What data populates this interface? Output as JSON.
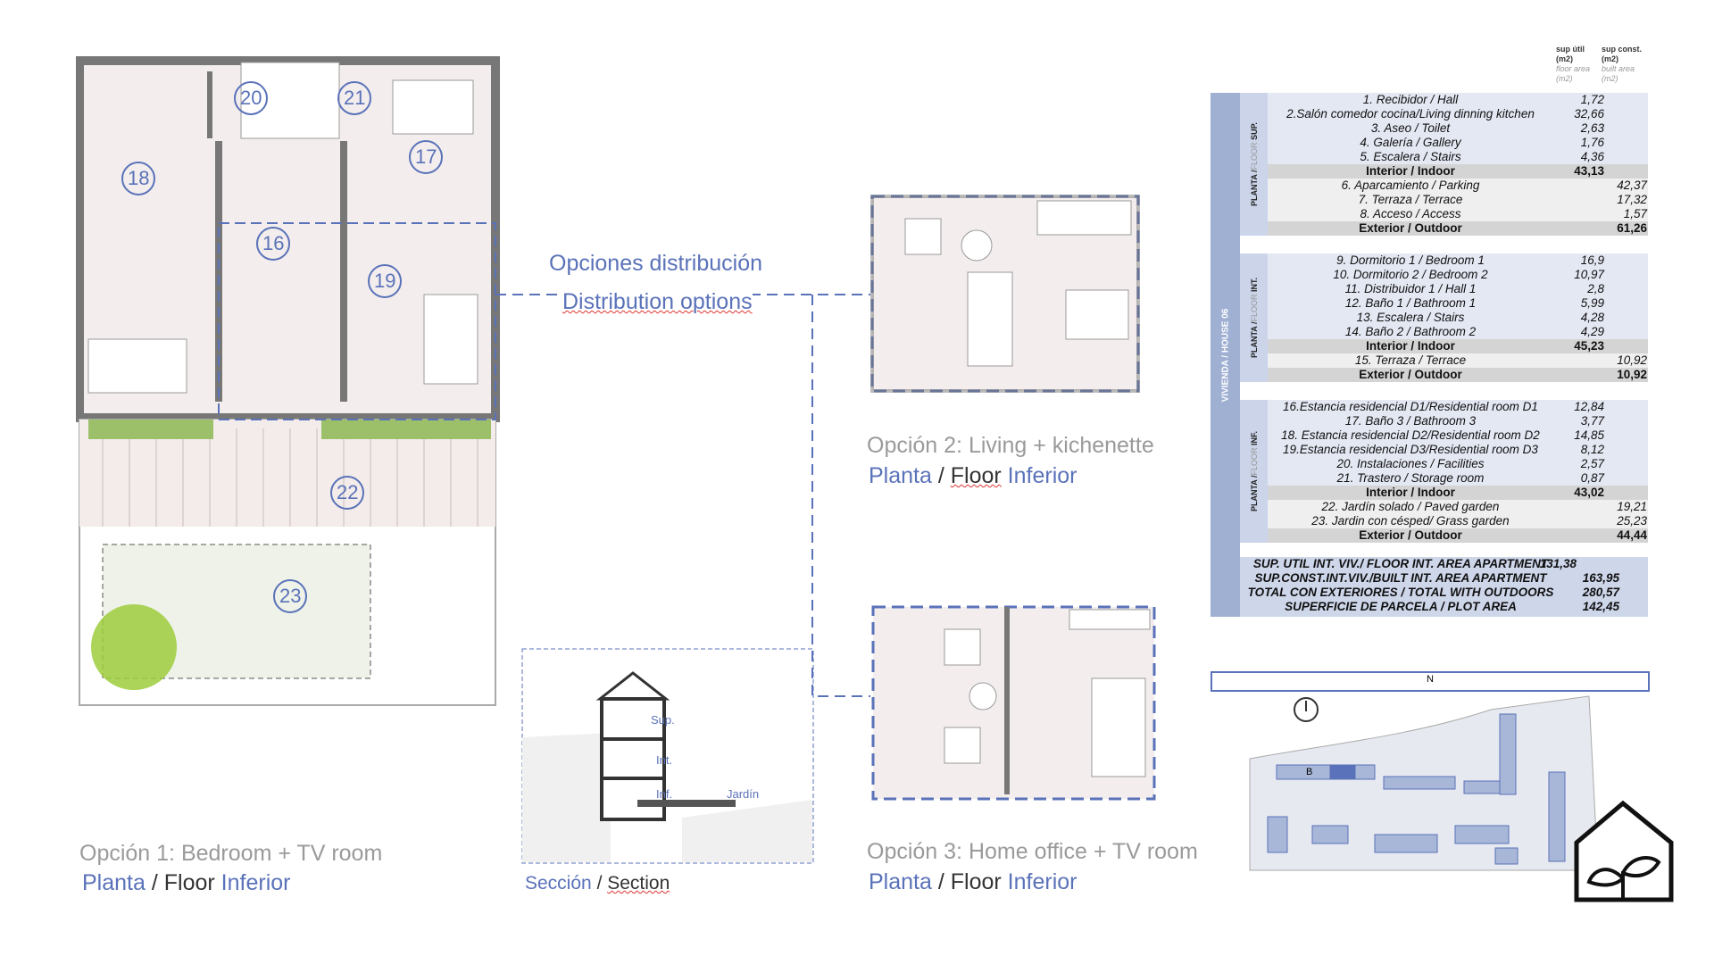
{
  "options_title": {
    "es": "Opciones distribución",
    "en": "Distribution options"
  },
  "option1": {
    "title": "Opción 1: Bedroom + TV room",
    "floor_es": "Planta",
    "sep": "/",
    "floor_en": "Floor",
    "level": "Inferior",
    "rooms": [
      "18",
      "20",
      "21",
      "17",
      "16",
      "19",
      "22",
      "23"
    ]
  },
  "option2": {
    "title": "Opción 2: Living + kichenette",
    "floor_es": "Planta",
    "sep": "/",
    "floor_en": "Floor",
    "level": "Inferior"
  },
  "option3": {
    "title": "Opción 3: Home office + TV room",
    "floor_es": "Planta",
    "sep": "/",
    "floor_en": "Floor",
    "level": "Inferior"
  },
  "section": {
    "label_es": "Sección",
    "sep": "/",
    "label_en": "Section",
    "levels": [
      "Sup.",
      "Int.",
      "Inf."
    ],
    "garden": "Jardín"
  },
  "table": {
    "headers": {
      "useful": "sup útil",
      "useful_unit": "(m2)",
      "useful_en": "floor area",
      "useful_en_unit": "(m2)",
      "built": "sup const.",
      "built_unit": "(m2)",
      "built_en": "built area",
      "built_en_unit": "(m2)"
    },
    "house_label": "VIVIENDA / HOUSE 06",
    "groups": [
      {
        "floor_a": "PLANTA /",
        "floor_b": "FLOOR",
        "floor_c": "SUP.",
        "rows": [
          {
            "d": "1. Recibidor / Hall",
            "u": "1,72",
            "c": "",
            "t": "in"
          },
          {
            "d": "2.Salón comedor cocina/Living dinning kitchen",
            "u": "32,66",
            "c": "",
            "t": "in"
          },
          {
            "d": "3. Aseo / Toilet",
            "u": "2,63",
            "c": "",
            "t": "in"
          },
          {
            "d": "4. Galería / Gallery",
            "u": "1,76",
            "c": "",
            "t": "in"
          },
          {
            "d": "5. Escalera / Stairs",
            "u": "4,36",
            "c": "",
            "t": "in"
          },
          {
            "d": "Interior / Indoor",
            "u": "43,13",
            "c": "",
            "t": "sub"
          },
          {
            "d": "6. Aparcamiento / Parking",
            "u": "",
            "c": "42,37",
            "t": "ex"
          },
          {
            "d": "7. Terraza / Terrace",
            "u": "",
            "c": "17,32",
            "t": "ex"
          },
          {
            "d": "8. Acceso / Access",
            "u": "",
            "c": "1,57",
            "t": "ex"
          },
          {
            "d": "Exterior / Outdoor",
            "u": "",
            "c": "61,26",
            "t": "sub"
          }
        ]
      },
      {
        "floor_a": "PLANTA /",
        "floor_b": "FLOOR",
        "floor_c": "INT.",
        "rows": [
          {
            "d": "9.  Dormitorio 1 / Bedroom 1",
            "u": "16,9",
            "c": "",
            "t": "in"
          },
          {
            "d": "10.  Dormitorio 2 / Bedroom 2",
            "u": "10,97",
            "c": "",
            "t": "in"
          },
          {
            "d": "11. Distribuidor 1 / Hall 1",
            "u": "2,8",
            "c": "",
            "t": "in"
          },
          {
            "d": "12.  Baño 1 / Bathroom 1",
            "u": "5,99",
            "c": "",
            "t": "in"
          },
          {
            "d": "13. Escalera / Stairs",
            "u": "4,28",
            "c": "",
            "t": "in"
          },
          {
            "d": "14. Baño 2 / Bathroom 2",
            "u": "4,29",
            "c": "",
            "t": "in"
          },
          {
            "d": "Interior / Indoor",
            "u": "45,23",
            "c": "",
            "t": "sub"
          },
          {
            "d": "15. Terraza / Terrace",
            "u": "",
            "c": "10,92",
            "t": "ex"
          },
          {
            "d": "Exterior / Outdoor",
            "u": "",
            "c": "10,92",
            "t": "sub"
          }
        ]
      },
      {
        "floor_a": "PLANTA /",
        "floor_b": "FLOOR",
        "floor_c": "INF.",
        "rows": [
          {
            "d": "16.Estancia residencial D1/Residential  room D1",
            "u": "12,84",
            "c": "",
            "t": "in"
          },
          {
            "d": "17. Baño 3 / Bathroom 3",
            "u": "3,77",
            "c": "",
            "t": "in"
          },
          {
            "d": "18. Estancia residencial D2/Residential room D2",
            "u": "14,85",
            "c": "",
            "t": "in"
          },
          {
            "d": "19.Estancia residencial D3/Residential  room D3",
            "u": "8,12",
            "c": "",
            "t": "in"
          },
          {
            "d": "20. Instalaciones / Facilities",
            "u": "2,57",
            "c": "",
            "t": "in"
          },
          {
            "d": "21. Trastero / Storage room",
            "u": "0,87",
            "c": "",
            "t": "in"
          },
          {
            "d": "Interior / Indoor",
            "u": "43,02",
            "c": "",
            "t": "sub"
          },
          {
            "d": "22. Jardín solado / Paved garden",
            "u": "",
            "c": "19,21",
            "t": "ex"
          },
          {
            "d": "23. Jardin con césped/ Grass garden",
            "u": "",
            "c": "25,23",
            "t": "ex"
          },
          {
            "d": "Exterior / Outdoor",
            "u": "",
            "c": "44,44",
            "t": "sub"
          }
        ]
      }
    ],
    "totals": [
      {
        "d": "SUP. UTIL INT. VIV./ FLOOR INT. AREA APARTMENT",
        "u": "131,38",
        "c": ""
      },
      {
        "d": "SUP.CONST.INT.VIV./BUILT INT. AREA APARTMENT",
        "u": "",
        "c": "163,95"
      },
      {
        "d": "TOTAL CON EXTERIORES / TOTAL WITH OUTDOORS",
        "u": "",
        "c": "280,57"
      },
      {
        "d": "SUPERFICIE DE PARCELA / PLOT AREA",
        "u": "",
        "c": "142,45"
      }
    ]
  },
  "site_map": {
    "north": "N",
    "block": "B"
  }
}
